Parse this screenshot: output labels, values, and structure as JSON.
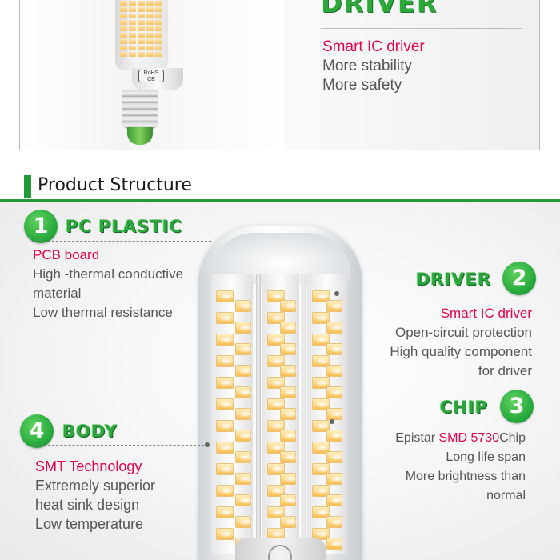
{
  "top": {
    "title": "DRIVER",
    "lines": [
      "Smart IC driver",
      "More stability",
      "More safety"
    ],
    "bulb_label": "RoHS CE"
  },
  "section": {
    "title": "Product Structure"
  },
  "callouts": {
    "pc_plastic": {
      "number": "1",
      "title": "PC PLASTIC",
      "lines": [
        "PCB board",
        "High -thermal conductive",
        "material",
        "Low thermal resistance"
      ]
    },
    "driver": {
      "number": "2",
      "title": "DRIVER",
      "lines": [
        "Smart IC driver",
        "Open-circuit protection",
        "High quality component",
        "for driver"
      ]
    },
    "chip": {
      "number": "3",
      "title": "CHIP",
      "line1_prefix": "Epistar ",
      "line1_highlight": "SMD 5730",
      "line1_suffix": "Chip",
      "lines": [
        "Long life span",
        "More brightness than",
        "normal"
      ]
    },
    "body": {
      "number": "4",
      "title": "BODY",
      "lines": [
        "SMT Technology",
        "Extremely superior",
        "heat sink design",
        "Low temperature"
      ]
    }
  },
  "colors": {
    "accent_green": "#1f9a35",
    "highlight_red": "#e5004f",
    "chip_yellow": "#ffd783"
  }
}
